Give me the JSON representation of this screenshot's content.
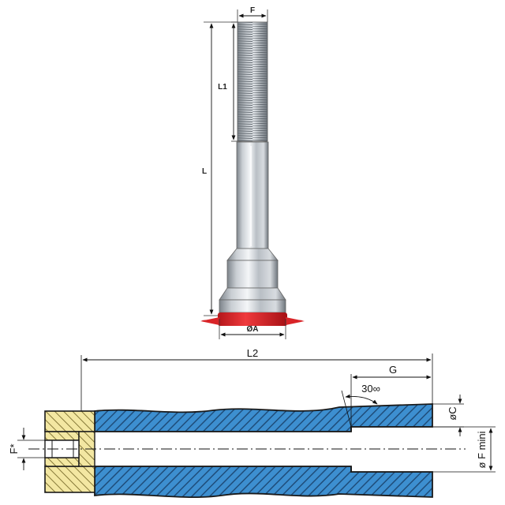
{
  "labels": {
    "F_top": "F",
    "L1": "L1",
    "L": "L",
    "A": "ØA",
    "L2": "L2",
    "G": "G",
    "angle": "30∞",
    "C": "øC",
    "F_mini": "ø F mini",
    "F_star": "F*"
  },
  "colors": {
    "steel_light": "#e9ecef",
    "steel_mid": "#b7bdc4",
    "steel_dark": "#6f767d",
    "seal_red": "#e0262a",
    "section_blue": "#3d8fd0",
    "hatch_dark": "#1f4d7a",
    "plug_yellow": "#f3e7a2",
    "outline": "#1a1a1a"
  }
}
